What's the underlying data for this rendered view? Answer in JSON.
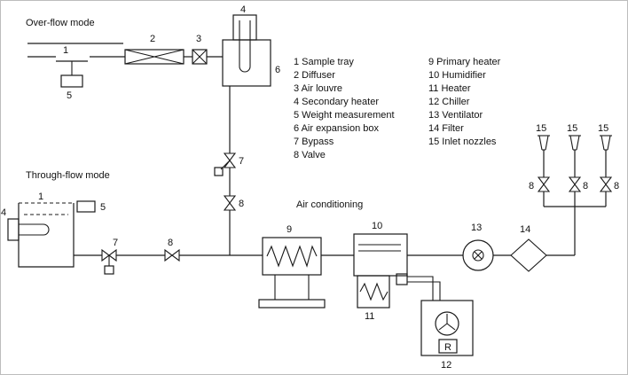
{
  "sections": {
    "overflow_title": "Over-flow mode",
    "throughflow_title": "Through-flow mode",
    "air_conditioning_label": "Air conditioning"
  },
  "legend": {
    "column1": [
      "1 Sample tray",
      "2 Diffuser",
      "3 Air louvre",
      "4 Secondary heater",
      "5 Weight measurement",
      "6 Air expansion box",
      "7 Bypass",
      "8 Valve"
    ],
    "column2": [
      "9 Primary heater",
      "10 Humidifier",
      "11 Heater",
      "12 Chiller",
      "13 Ventilator",
      "14 Filter",
      "15 Inlet nozzles"
    ]
  },
  "tags": {
    "n1": "1",
    "n2": "2",
    "n3": "3",
    "n4": "4",
    "n5": "5",
    "n6": "6",
    "n7": "7",
    "n8": "8",
    "n9": "9",
    "n10": "10",
    "n11": "11",
    "n12": "12",
    "n13": "13",
    "n14": "14",
    "n15": "15",
    "chiller_r": "R"
  },
  "colors": {
    "line": "#1a1a1a",
    "background": "#ffffff"
  }
}
